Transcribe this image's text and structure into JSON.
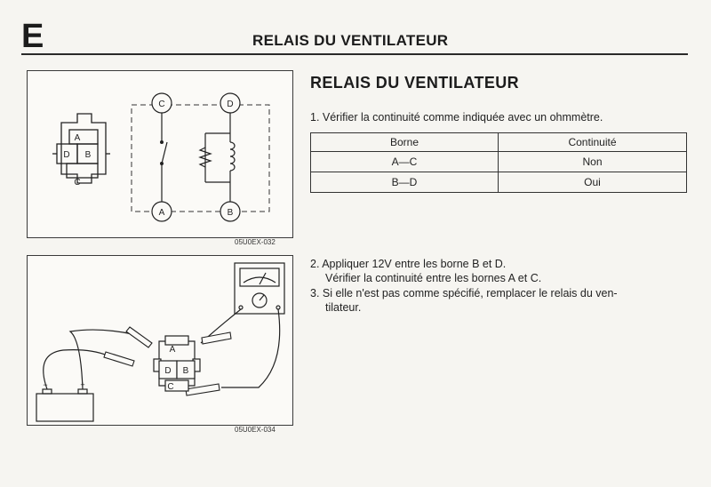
{
  "header": {
    "section_letter": "E",
    "title": "RELAIS DU VENTILATEUR"
  },
  "figure1": {
    "caption": "05U0EX-032",
    "connector_pins": [
      "A",
      "D",
      "B",
      "C"
    ],
    "terminals": [
      "C",
      "D",
      "A",
      "B"
    ]
  },
  "figure2": {
    "caption": "05U0EX-034",
    "relay_pins": [
      "A",
      "D",
      "B",
      "C"
    ]
  },
  "main": {
    "heading": "RELAIS DU VENTILATEUR",
    "step1": "1. Vérifier la continuité comme indiquée avec un ohmmètre.",
    "table": {
      "headers": [
        "Borne",
        "Continuité"
      ],
      "rows": [
        [
          "A—C",
          "Non"
        ],
        [
          "B—D",
          "Oui"
        ]
      ]
    },
    "step2_line1": "2. Appliquer 12V entre les borne B et D.",
    "step2_line2": "Vérifier la continuité entre les bornes A et C.",
    "step3_line1": "3. Si elle n'est pas comme spécifié, remplacer le relais du ven-",
    "step3_line2": "tilateur."
  }
}
